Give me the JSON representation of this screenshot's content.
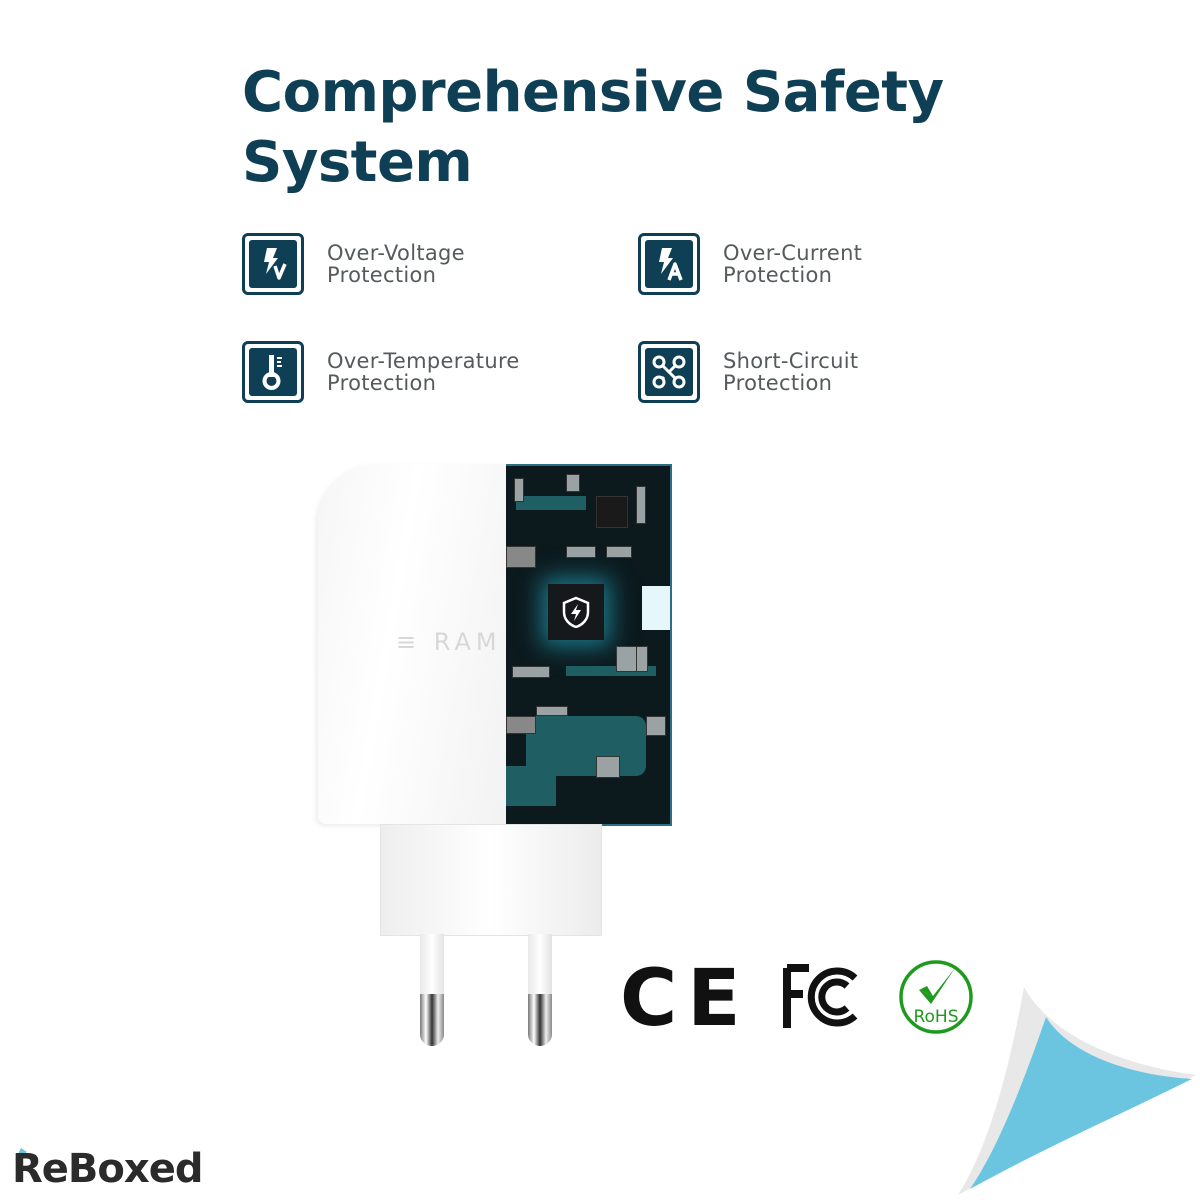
{
  "header": {
    "title_line1": "Comprehensive Safety",
    "title_line2": "System"
  },
  "features": [
    {
      "icon": "over-voltage-icon",
      "line1": "Over-Voltage",
      "line2": "Protection"
    },
    {
      "icon": "over-current-icon",
      "line1": "Over-Current",
      "line2": "Protection"
    },
    {
      "icon": "over-temperature-icon",
      "line1": "Over-Temperature",
      "line2": "Protection"
    },
    {
      "icon": "short-circuit-icon",
      "line1": "Short-Circuit",
      "line2": "Protection"
    }
  ],
  "product": {
    "brand_text": "RAM",
    "chip_icon": "shield-lightning-icon"
  },
  "certifications": {
    "ce": "CE",
    "fcc": "FCC",
    "rohs": "RoHS"
  },
  "footer": {
    "logo": "ReBoxed"
  },
  "colors": {
    "primary": "#0f3f54",
    "text": "#555a5c",
    "rohs_green": "#1e9a1e",
    "corner_blue": "#6cc5e0",
    "chip_glow": "#28c8e6"
  }
}
